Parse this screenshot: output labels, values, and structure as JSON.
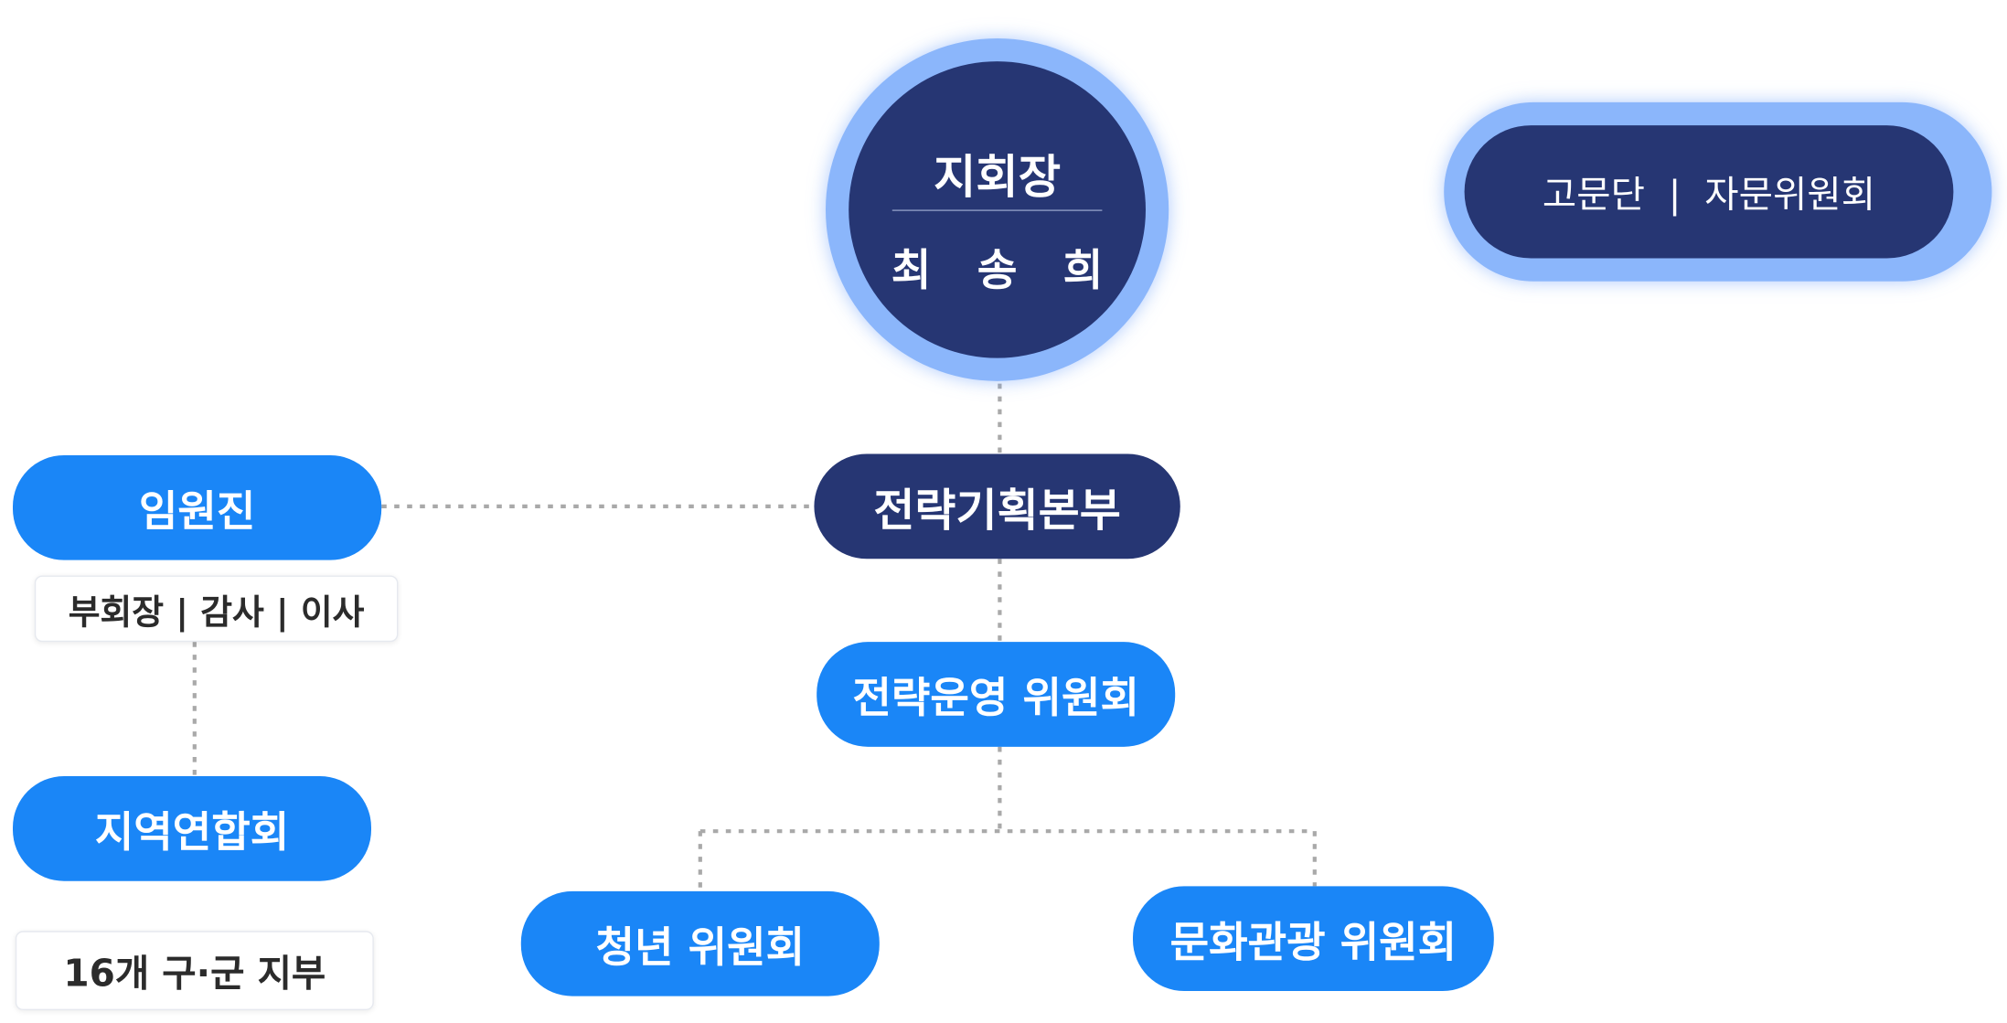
{
  "chairman": {
    "title": "지회장",
    "name": "최 송 희"
  },
  "advisory": "고문단  |  자문위원회",
  "strategy_hq": "전략기획본부",
  "strategy_committee": "전략운영 위원회",
  "youth_committee": "청년 위원회",
  "culture_committee": "문화관광 위원회",
  "executives": {
    "label": "임원진",
    "roles": "부회장 | 감사 | 이사"
  },
  "regional": {
    "label": "지역연합회",
    "branches": "16개 구·군 지부"
  },
  "colors": {
    "dark_navy": "#263673",
    "bright_blue": "#1a86f7",
    "halo": "#8bb6fb",
    "connector": "#a9a9a9"
  }
}
